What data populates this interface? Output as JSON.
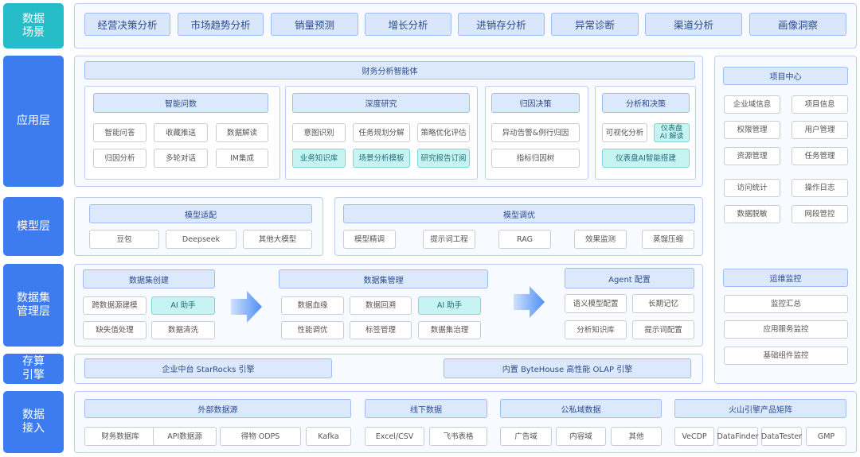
{
  "layers": {
    "scenarios": "数据\n场景",
    "application": "应用层",
    "model": "模型层",
    "dataset": "数据集\n管理层",
    "compute": "存算\n引擎",
    "ingest": "数据\n接入"
  },
  "scenarios": [
    "经营决策分析",
    "市场趋势分析",
    "销量预测",
    "增长分析",
    "进销存分析",
    "异常诊断",
    "渠道分析",
    "画像洞察"
  ],
  "application": {
    "agent_title": "财务分析智能体",
    "smart_qa": {
      "title": "智能问数",
      "items": [
        "智能问答",
        "收藏推送",
        "数据解读",
        "归因分析",
        "多轮对话",
        "IM集成"
      ]
    },
    "deep_research": {
      "title": "深度研究",
      "items": [
        "意图识别",
        "任务规划分解",
        "策略优化评估",
        "业务知识库",
        "场景分析模板",
        "研究报告订阅"
      ]
    },
    "attribution": {
      "title": "归因决策",
      "items": [
        "异动告警&例行归因",
        "指标归因树"
      ]
    },
    "analysis": {
      "title": "分析和决策",
      "items": [
        "可视化分析",
        "仪表盘\nAI 解读",
        "仪表盘AI智能搭建"
      ]
    }
  },
  "project_center": {
    "title": "项目中心",
    "items": [
      "企业域信息",
      "项目信息",
      "权限管理",
      "用户管理",
      "资源管理",
      "任务管理",
      "访问统计",
      "操作日志",
      "数据脱敏",
      "网段管控"
    ]
  },
  "ops": {
    "title": "运维监控",
    "items": [
      "监控汇总",
      "应用服务监控",
      "基础组件监控"
    ]
  },
  "model_layer": {
    "adapt": {
      "title": "模型适配",
      "items": [
        "豆包",
        "Deepseek",
        "其他大模型"
      ]
    },
    "tune": {
      "title": "模型调优",
      "items": [
        "模型精调",
        "提示词工程",
        "RAG",
        "效果监测",
        "蒸馏压缩"
      ]
    }
  },
  "dataset_layer": {
    "create": {
      "title": "数据集创建",
      "items": [
        "跨数据源建模",
        "AI 助手",
        "缺失值处理",
        "数据清洗"
      ]
    },
    "manage": {
      "title": "数据集管理",
      "items": [
        "数据血缘",
        "数据回溯",
        "AI 助手",
        "性能调优",
        "标签管理",
        "数据集治理"
      ]
    },
    "agent": {
      "title": "Agent 配置",
      "items": [
        "语义模型配置",
        "长期记忆",
        "分析知识库",
        "提示词配置"
      ]
    }
  },
  "compute_layer": {
    "engines": [
      "企业中台 StarRocks 引擎",
      "内置 ByteHouse 高性能 OLAP 引擎"
    ]
  },
  "ingest_layer": {
    "external": {
      "title": "外部数据源",
      "items": [
        "财务数据库",
        "API数据源",
        "得物 ODPS",
        "Kafka"
      ]
    },
    "offline": {
      "title": "线下数据",
      "items": [
        "Excel/CSV",
        "飞书表格"
      ]
    },
    "domain": {
      "title": "公私域数据",
      "items": [
        "广告域",
        "内容域",
        "其他"
      ]
    },
    "volcano": {
      "title": "火山引擎产品矩阵",
      "items": [
        "VeCDP",
        "DataFinder",
        "DataTester",
        "GMP"
      ]
    }
  },
  "colors": {
    "layer_blue": "#3d7cf0",
    "layer_teal": "#25bdc7",
    "header_fill": "#dce8fc",
    "ai_highlight": "#c8f3f3",
    "arrow": "#4d8ef5"
  }
}
